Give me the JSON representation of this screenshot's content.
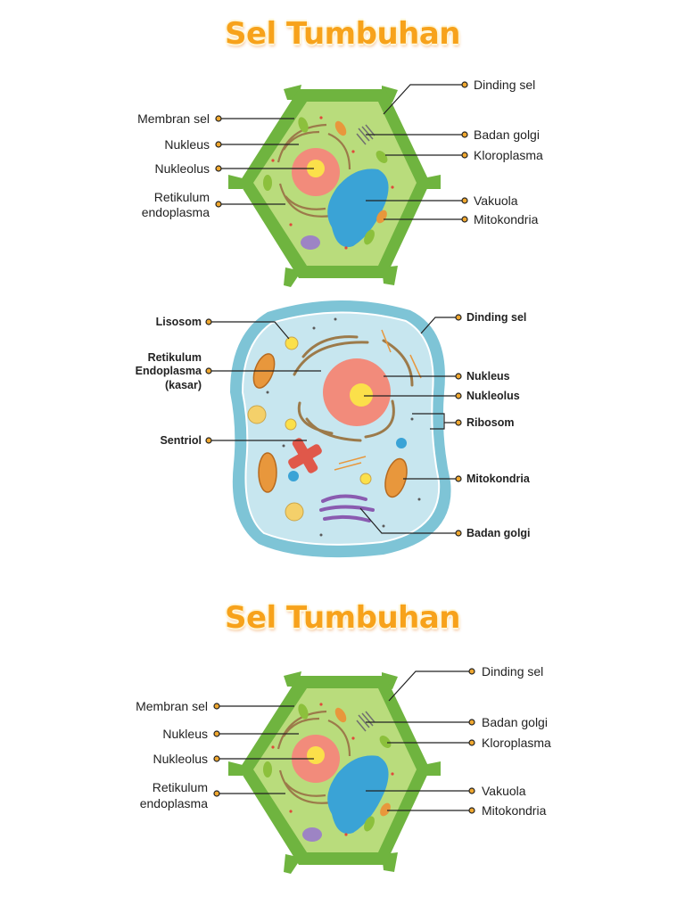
{
  "titles": {
    "top": "Sel Tumbuhan",
    "bottom": "Sel Tumbuhan"
  },
  "plant_cell_top": {
    "left_labels": [
      "Membran sel",
      "Nukleus",
      "Nukleolus",
      "Retikulum",
      "endoplasma"
    ],
    "right_labels": [
      "Dinding sel",
      "Badan golgi",
      "Kloroplasma",
      "Vakuola",
      "Mitokondria"
    ]
  },
  "animal_cell": {
    "left_labels": [
      "Lisosom",
      "Retikulum",
      "Endoplasma",
      "(kasar)",
      "Sentriol"
    ],
    "right_labels": [
      "Dinding sel",
      "Nukleus",
      "Nukleolus",
      "Ribosom",
      "Mitokondria",
      "Badan golgi"
    ]
  },
  "plant_cell_bottom": {
    "left_labels": [
      "Membran sel",
      "Nukleus",
      "Nukleolus",
      "Retikulum",
      "endoplasma"
    ],
    "right_labels": [
      "Dinding sel",
      "Badan golgi",
      "Kloroplasma",
      "Vakuola",
      "Mitokondria"
    ]
  },
  "colors": {
    "title": "#f7a21b",
    "plant_wall": "#6fb43f",
    "plant_cytoplasm": "#b9dc7c",
    "nucleus": "#f28b7b",
    "nucleolus": "#fbe04a",
    "vacuole": "#3aa3d6",
    "animal_membrane": "#7ec4d6",
    "animal_cytoplasm": "#c7e6ef",
    "er": "#9c7a4a",
    "golgi": "#8a5bb0",
    "mitochondria": "#e8973c",
    "dot": "#f0a830"
  }
}
